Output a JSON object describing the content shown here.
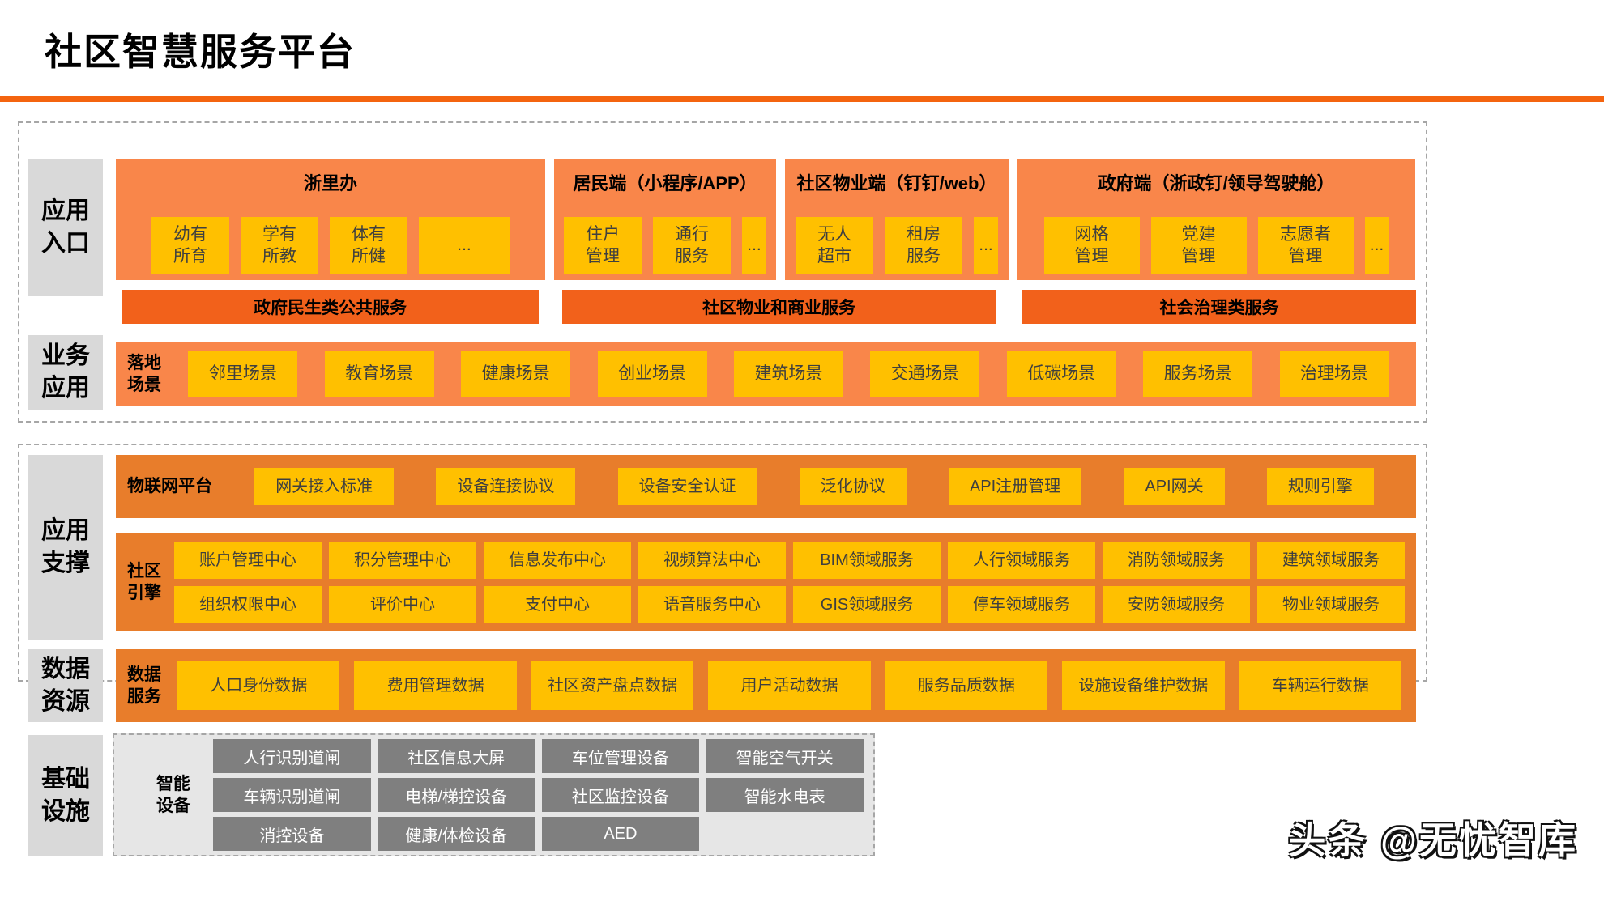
{
  "page": {
    "title": "社区智慧服务平台",
    "watermark": "头条 @无忧智库"
  },
  "colors": {
    "accent_orange": "#F4640F",
    "panel_orange": "#F9864A",
    "deep_orange": "#E87D2B",
    "bar_orange": "#F2611B",
    "item_yellow": "#FFC000",
    "label_gray": "#D9D9D9",
    "device_gray": "#7F7F7F",
    "device_area_gray": "#E6E6E6"
  },
  "sections": {
    "entry": {
      "label": "应用\n入口",
      "panels": [
        {
          "title": "浙里办",
          "items": [
            "幼有\n所育",
            "学有\n所教",
            "体有\n所健",
            "..."
          ]
        },
        {
          "title": "居民端（小程序/APP）",
          "items": [
            "住户\n管理",
            "通行\n服务",
            "..."
          ]
        },
        {
          "title": "社区物业端（钉钉/web）",
          "items": [
            "无人\n超市",
            "租房\n服务",
            "..."
          ]
        },
        {
          "title": "政府端（浙政钉/领导驾驶舱）",
          "items": [
            "网格\n管理",
            "党建\n管理",
            "志愿者\n管理",
            "..."
          ]
        }
      ],
      "bars": [
        "政府民生类公共服务",
        "社区物业和商业服务",
        "社会治理类服务"
      ]
    },
    "business": {
      "label": "业务\n应用",
      "group_label": "落地\n场景",
      "items": [
        "邻里场景",
        "教育场景",
        "健康场景",
        "创业场景",
        "建筑场景",
        "交通场景",
        "低碳场景",
        "服务场景",
        "治理场景"
      ]
    },
    "support": {
      "label": "应用\n支撑",
      "iot": {
        "label": "物联网平台",
        "items": [
          "网关接入标准",
          "设备连接协议",
          "设备安全认证",
          "泛化协议",
          "API注册管理",
          "API网关",
          "规则引擎"
        ]
      },
      "engine": {
        "label": "社区\n引擎",
        "rows": [
          [
            "账户管理中心",
            "积分管理中心",
            "信息发布中心",
            "视频算法中心",
            "BIM领域服务",
            "人行领域服务",
            "消防领域服务",
            "建筑领域服务"
          ],
          [
            "组织权限中心",
            "评价中心",
            "支付中心",
            "语音服务中心",
            "GIS领域服务",
            "停车领域服务",
            "安防领域服务",
            "物业领域服务"
          ]
        ]
      }
    },
    "data": {
      "label": "数据\n资源",
      "group_label": "数据\n服务",
      "items": [
        "人口身份数据",
        "费用管理数据",
        "社区资产盘点数据",
        "用户活动数据",
        "服务品质数据",
        "设施设备维护数据",
        "车辆运行数据"
      ]
    },
    "infra": {
      "label": "基础\n设施",
      "group_label": "智能\n设备",
      "rows": [
        [
          "人行识别道闸",
          "社区信息大屏",
          "车位管理设备",
          "智能空气开关"
        ],
        [
          "车辆识别道闸",
          "电梯/梯控设备",
          "社区监控设备",
          "智能水电表"
        ],
        [
          "消控设备",
          "健康/体检设备",
          "AED"
        ]
      ]
    }
  }
}
